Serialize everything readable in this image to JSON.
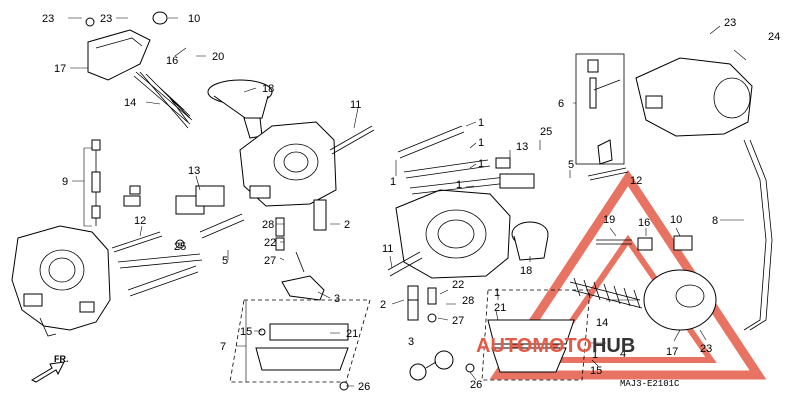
{
  "diagram": {
    "drawing_code": "MAJ3-E2101C",
    "direction_label": "FR.",
    "watermark": {
      "part1": "AUTO",
      "part2": "MOTO",
      "part3": "HUB",
      "color_accent": "#e55a47",
      "color_dark": "#333333"
    },
    "labels": {
      "l23a": "23",
      "l23b": "23",
      "l10a": "10",
      "l16a": "16",
      "l20": "20",
      "l17a": "17",
      "l18a": "18",
      "l14a": "14",
      "l11a": "11",
      "l9": "9",
      "l13a": "13",
      "l12a": "12",
      "l25a": "25",
      "l28a": "28",
      "l2a": "2",
      "l22a": "22",
      "l27a": "27",
      "l5a": "5",
      "l3a": "3",
      "l15a": "15",
      "l21a": "21",
      "l7": "7",
      "l26a": "26",
      "l1a": "1",
      "l1b": "1",
      "l1c": "1",
      "l1d": "1",
      "l1e": "1",
      "l1f": "1",
      "l1g": "1",
      "l1h": "1",
      "l13b": "13",
      "l25b": "25",
      "l5b": "5",
      "l11b": "11",
      "l2b": "2",
      "l22b": "22",
      "l28b": "28",
      "l27b": "27",
      "l18b": "18",
      "l3b": "3",
      "l26b": "26",
      "l21b": "21",
      "l15b": "15",
      "l4": "4",
      "l14b": "14",
      "l17b": "17",
      "l23c": "23",
      "l23d": "23",
      "l24": "24",
      "l6": "6",
      "l12b": "12",
      "l19": "19",
      "l16b": "16",
      "l10b": "10",
      "l8": "8"
    }
  }
}
